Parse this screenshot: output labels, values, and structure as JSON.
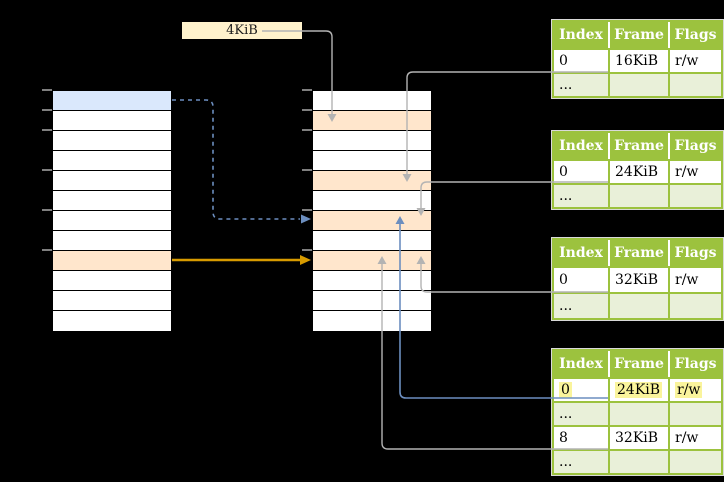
{
  "page_size_label": {
    "text": "4KiB"
  },
  "memory": {
    "left_column": {
      "rows": [
        "blue",
        "white",
        "white",
        "white",
        "white",
        "white",
        "white",
        "white",
        "orange",
        "white",
        "white",
        "white"
      ]
    },
    "middle_column": {
      "rows": [
        "white",
        "orange",
        "white",
        "white",
        "orange",
        "white",
        "orange",
        "white",
        "orange",
        "white",
        "white",
        "white"
      ]
    }
  },
  "page_tables": [
    {
      "id": "page-table-1",
      "headers": [
        "Index",
        "Frame",
        "Flags"
      ],
      "rows": [
        {
          "cells": [
            "0",
            "16KiB",
            "r/w"
          ],
          "shaded": false,
          "highlight": false
        },
        {
          "cells": [
            "...",
            "",
            ""
          ],
          "shaded": true,
          "highlight": false
        }
      ]
    },
    {
      "id": "page-table-2",
      "headers": [
        "Index",
        "Frame",
        "Flags"
      ],
      "rows": [
        {
          "cells": [
            "0",
            "24KiB",
            "r/w"
          ],
          "shaded": false,
          "highlight": false
        },
        {
          "cells": [
            "...",
            "",
            ""
          ],
          "shaded": true,
          "highlight": false
        }
      ]
    },
    {
      "id": "page-table-3",
      "headers": [
        "Index",
        "Frame",
        "Flags"
      ],
      "rows": [
        {
          "cells": [
            "0",
            "32KiB",
            "r/w"
          ],
          "shaded": false,
          "highlight": false
        },
        {
          "cells": [
            "...",
            "",
            ""
          ],
          "shaded": true,
          "highlight": false
        }
      ]
    },
    {
      "id": "page-table-4",
      "headers": [
        "Index",
        "Frame",
        "Flags"
      ],
      "rows": [
        {
          "cells": [
            "0",
            "24KiB",
            "r/w"
          ],
          "shaded": false,
          "highlight": true
        },
        {
          "cells": [
            "...",
            "",
            ""
          ],
          "shaded": true,
          "highlight": false
        },
        {
          "cells": [
            "8",
            "32KiB",
            "r/w"
          ],
          "shaded": false,
          "highlight": false
        },
        {
          "cells": [
            "...",
            "",
            ""
          ],
          "shaded": true,
          "highlight": false
        }
      ]
    }
  ],
  "connections": [
    {
      "from": "4KiB size label",
      "to": "middle column frame 2",
      "color": "gray",
      "style": "solid"
    },
    {
      "from": "left column blue page",
      "to": "middle column frame 7",
      "color": "blue",
      "style": "dashed"
    },
    {
      "from": "left column orange page",
      "to": "middle column frame 9",
      "color": "orange",
      "style": "solid"
    },
    {
      "from": "page-table-1 row 0 (16KiB)",
      "to": "middle column frame 5",
      "color": "gray",
      "style": "solid"
    },
    {
      "from": "page-table-2 row 0 (24KiB)",
      "to": "middle column frame 7",
      "color": "gray",
      "style": "solid"
    },
    {
      "from": "page-table-3 row 0 (32KiB)",
      "to": "middle column frame 9",
      "color": "gray",
      "style": "solid"
    },
    {
      "from": "page-table-4 row 0 (24KiB, highlighted)",
      "to": "middle column frame 7",
      "color": "blue",
      "style": "solid"
    },
    {
      "from": "page-table-4 row 8 (32KiB)",
      "to": "middle column frame 9",
      "color": "gray",
      "style": "solid"
    }
  ],
  "colors": {
    "header_green": "#9CC23E",
    "row_green": "#E9F0D9",
    "page_blue": "#DAE8FC",
    "page_orange": "#FFE6CC",
    "label_cream": "#FFF2CC",
    "highlight_yellow": "#FAF49C",
    "arrow_orange": "#D79B00",
    "arrow_blue": "#6C8EBF",
    "arrow_gray": "#B3B3B3"
  }
}
